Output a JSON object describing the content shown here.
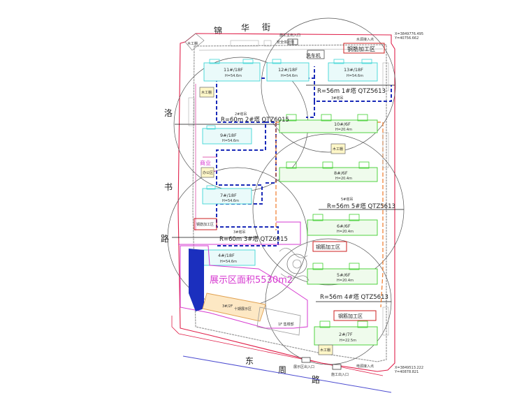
{
  "streets": {
    "north": [
      "锦",
      "华",
      "街"
    ],
    "west": [
      "洛",
      "书",
      "路"
    ],
    "south": [
      "东",
      "周",
      "路"
    ]
  },
  "cranes": [
    {
      "label": "R=56m 1#塔 QTZ5613",
      "sub": "3#塔吊"
    },
    {
      "label": "R=60m 2#塔 QTZ6015",
      "sub": "2#塔吊"
    },
    {
      "label": "R=56m 5#塔 QTZ5613",
      "sub": "5#塔吊"
    },
    {
      "label": "R=60m 3#塔 QTZ6015",
      "sub": "3#塔吊"
    },
    {
      "label": "R=56m 4#塔 QTZ5613",
      "sub": ""
    }
  ],
  "buildings": [
    {
      "name": "11#/18F",
      "height": "H=54.6m"
    },
    {
      "name": "12#/18F",
      "height": "H=54.6m"
    },
    {
      "name": "13#/18F",
      "height": "H=54.6m"
    },
    {
      "name": "9#/18F",
      "height": "H=54.6m"
    },
    {
      "name": "7#/18F",
      "height": "H=54.6m"
    },
    {
      "name": "4#/18F",
      "height": "H=54.6m"
    },
    {
      "name": "10#/6F",
      "height": "H=20.4m"
    },
    {
      "name": "8#/6F",
      "height": "H=20.4m"
    },
    {
      "name": "6#/6F",
      "height": "H=20.4m"
    },
    {
      "name": "5#/6F",
      "height": "H=20.4m"
    },
    {
      "name": "2#/7F",
      "height": "H=22.5m"
    }
  ],
  "yards": {
    "steel_top": "钢筋加工区",
    "steel_left": "钢筋加工区",
    "steel_mid": "钢筋加工区",
    "steel_bottom": "钢筋加工区",
    "wood_top": "木工棚",
    "wood_mid": "木工棚",
    "wood_bottom": "木工棚",
    "office": "办公区",
    "commercial": "商业",
    "wash": "洗车机",
    "exhibition": "展示区面积5530m2",
    "sales": "1F 售楼部",
    "ten_hall": "十期展示区",
    "one_f_note": "3#/2F"
  },
  "gates": {
    "north": "施工主出入口",
    "north_sub": "安全体验馆",
    "water": "水源接入点",
    "south": "展示区出入口",
    "south_main": "施工出入口",
    "elec": "电源接入点",
    "coord_ne1": "X=3849776.495",
    "coord_ne2": "Y=40756.662",
    "coord_se1": "X=3849513.222",
    "coord_se2": "Y=40878.821"
  },
  "colors": {
    "boundary": "#e0204a",
    "crane_range": "#555555",
    "crane_line": "#1a2ab8",
    "highrise": "#40d6d6",
    "midrise": "#3fcf2e",
    "road": "#808080",
    "steel_yard": "#cc1f1f",
    "exhibition": "#d63ad0",
    "orange_dash": "#f07a2a",
    "blue_block": "#1b2fbe"
  }
}
